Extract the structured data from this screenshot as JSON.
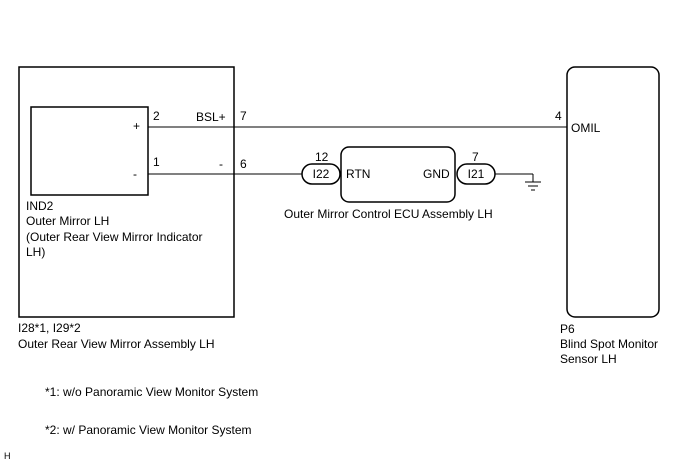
{
  "assembly_lh": {
    "indicator_code": "IND2",
    "indicator_name": "Outer Mirror LH",
    "indicator_desc_1": "(Outer Rear View Mirror Indicator",
    "indicator_desc_2": "LH)",
    "plus_sign": "+",
    "minus_sign": "-",
    "pin_plus": "2",
    "pin_minus": "1",
    "connector_codes": "I28*1, I29*2",
    "name": "Outer Rear View Mirror Assembly LH"
  },
  "wires": {
    "bsl_label": "BSL+",
    "bsl_pin": "7",
    "minus_label": "-",
    "minus_pin": "6"
  },
  "ecu": {
    "name": "Outer Mirror Control ECU Assembly LH",
    "left_connector": "I22",
    "left_pin": "12",
    "left_terminal": "RTN",
    "right_terminal": "GND",
    "right_connector": "I21",
    "right_pin": "7"
  },
  "sensor": {
    "pin": "4",
    "terminal": "OMIL",
    "code": "P6",
    "name_1": "Blind Spot Monitor",
    "name_2": "Sensor LH"
  },
  "notes": {
    "note_1": "*1: w/o Panoramic View Monitor System",
    "note_2": "*2: w/ Panoramic View Monitor System"
  },
  "footer": {
    "mark": "H"
  }
}
